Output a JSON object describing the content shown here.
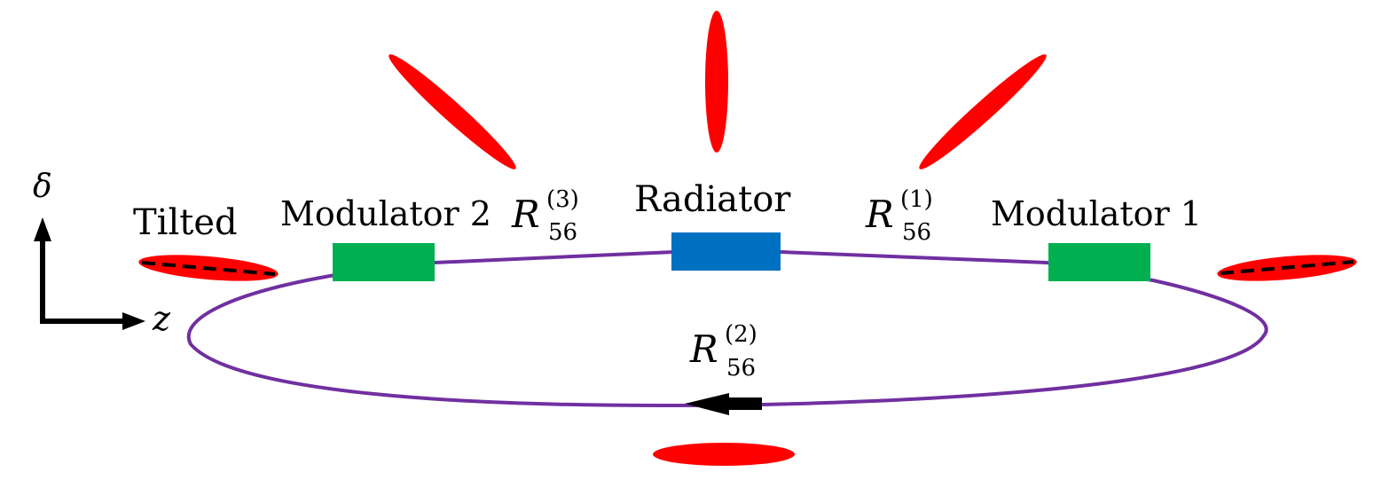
{
  "axes": {
    "y_symbol": "δ",
    "x_symbol": "z"
  },
  "labels": {
    "tilted": "Tilted",
    "modulator_2": "Modulator 2",
    "modulator_1": "Modulator 1",
    "radiator": "Radiator"
  },
  "r56": [
    {
      "base": "R",
      "sup": "(3)",
      "sub": "56"
    },
    {
      "base": "R",
      "sup": "(1)",
      "sub": "56"
    },
    {
      "base": "R",
      "sup": "(2)",
      "sub": "56"
    }
  ],
  "colors": {
    "ring": "#7030a0",
    "modulator": "#00b050",
    "radiator": "#0070c0",
    "bunch": "#ff0000",
    "arrow": "#000000"
  }
}
